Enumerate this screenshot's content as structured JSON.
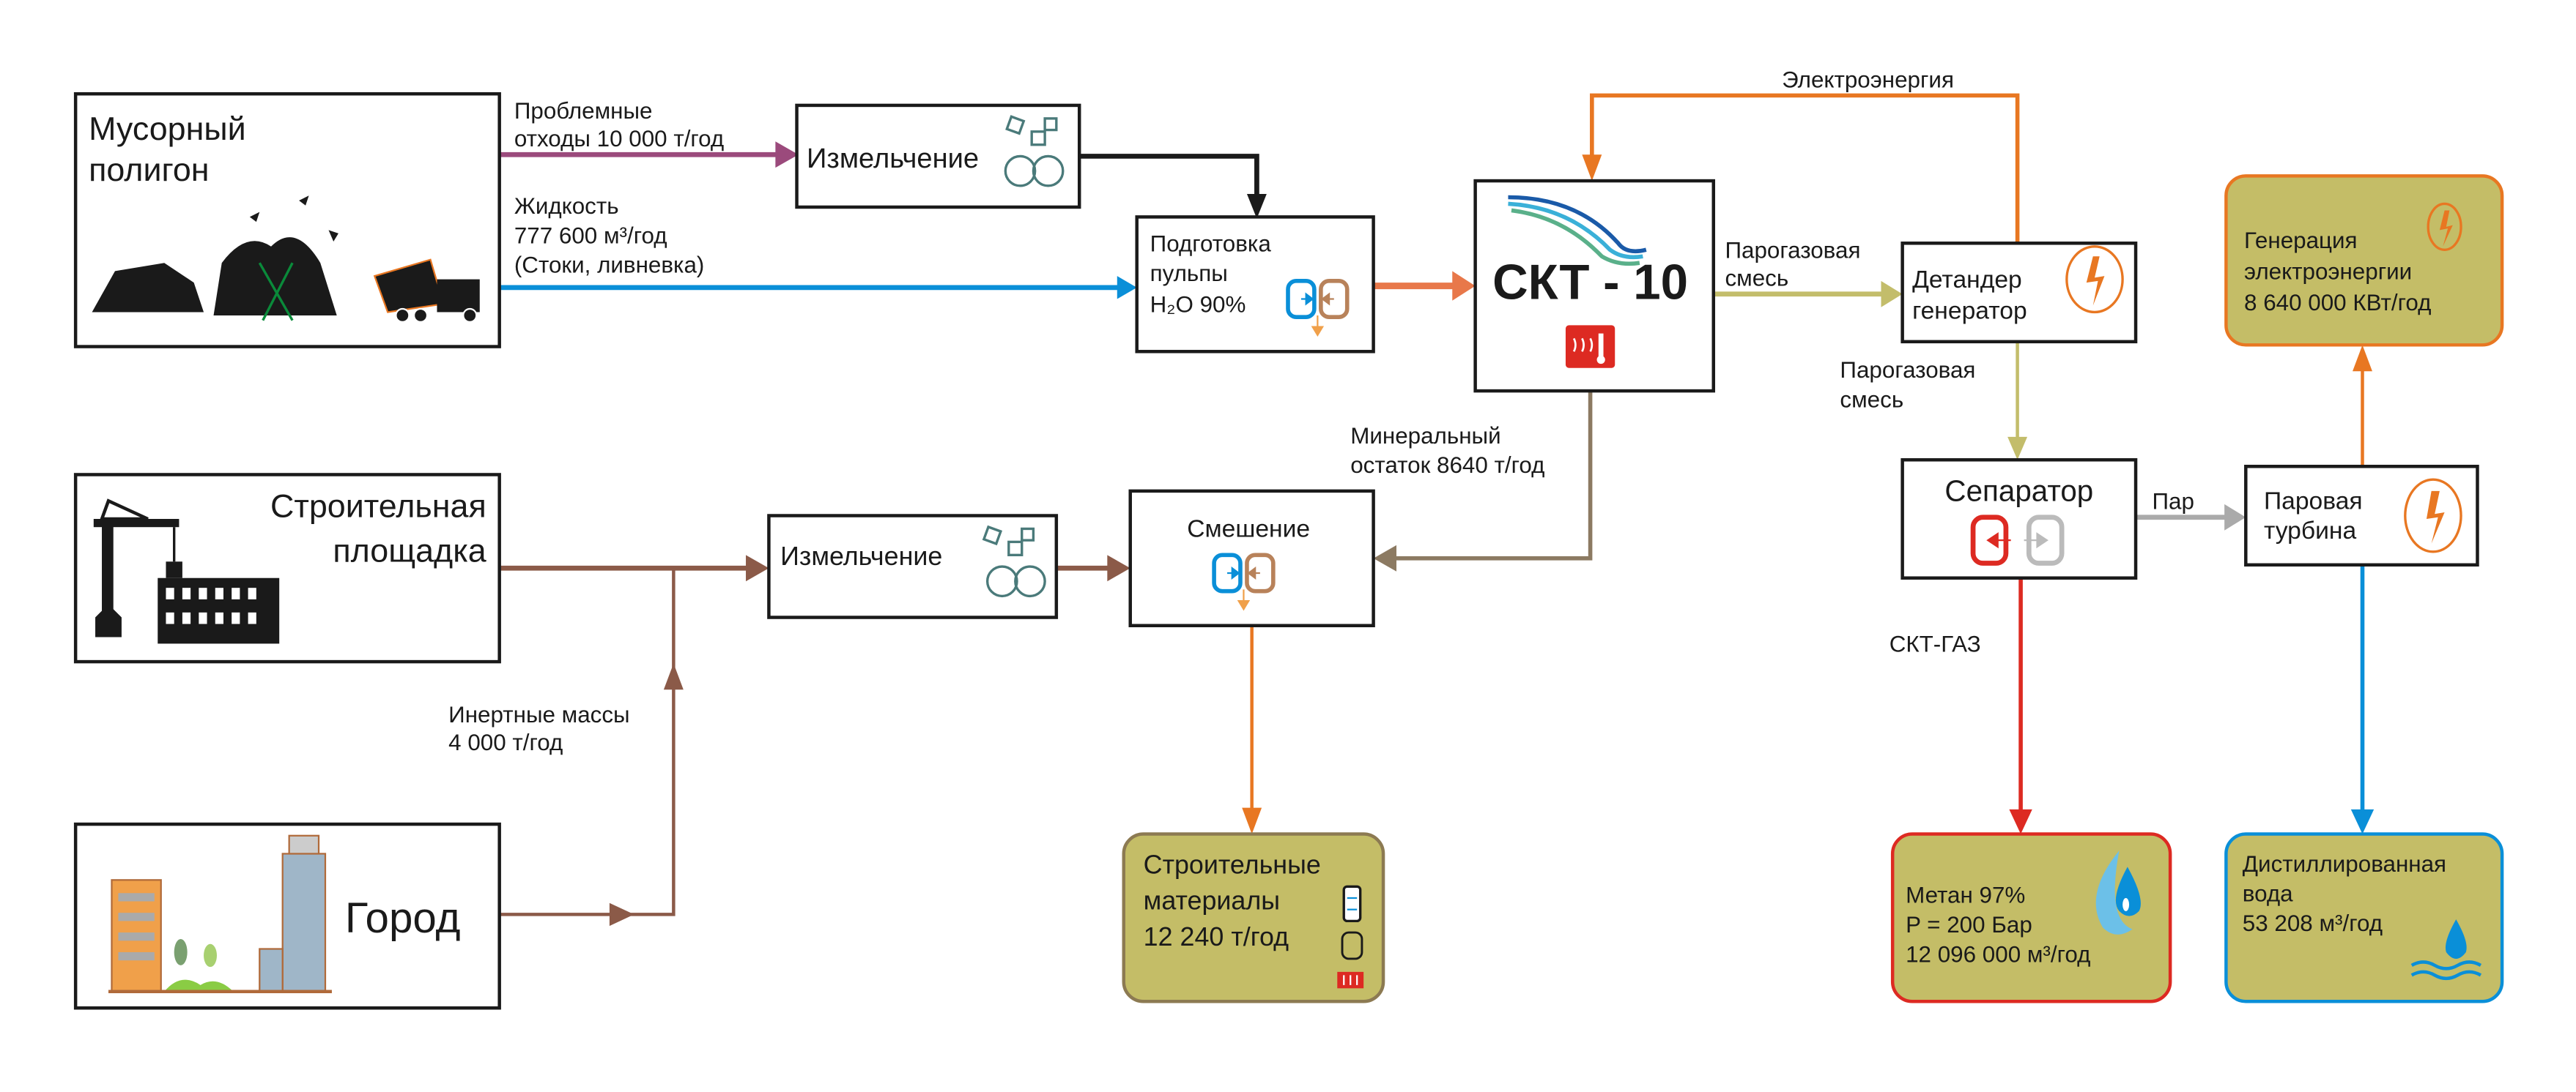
{
  "sources": {
    "landfill": {
      "line1": "Мусорный",
      "line2": "полигон"
    },
    "construction_site": {
      "line1": "Строительная",
      "line2": "площадка"
    },
    "city": {
      "label": "Город"
    }
  },
  "flows": {
    "problem_waste": {
      "line1": "Проблемные",
      "line2": "отходы 10 000  т/год"
    },
    "liquid": {
      "line1": "Жидкость",
      "line2": "777 600 м³/год",
      "line3": "(Стоки, ливневка)"
    },
    "electricity": "Электроэнергия",
    "steam_gas_1": {
      "line1": "Парогазовая",
      "line2": "смесь"
    },
    "steam_gas_2": {
      "line1": "Парогазовая",
      "line2": "смесь"
    },
    "steam": "Пар",
    "skt_gas": "СКТ-ГАЗ",
    "mineral_residue": {
      "line1": "Минеральный",
      "line2": "остаток 8640 т/год"
    },
    "inert_mass": {
      "line1": "Инертные массы",
      "line2": "4 000 т/год"
    }
  },
  "processes": {
    "grinding_1": "Измельчение",
    "grinding_2": "Измельчение",
    "pulp_prep": {
      "line1": "Подготовка",
      "line2": "пульпы",
      "line3": "H₂O 90%"
    },
    "skt10": "СКТ - 10",
    "expander": {
      "line1": "Детандер",
      "line2": "генератор"
    },
    "separator": "Сепаратор",
    "turbine": {
      "line1": "Паровая",
      "line2": "турбина"
    },
    "mixing": "Смешение"
  },
  "products": {
    "power": {
      "line1": "Генерация",
      "line2": "электроэнергии",
      "line3": "8 640 000 КВт/год"
    },
    "methane": {
      "line1": "Метан 97%",
      "line2": "P = 200 Бар",
      "line3": "12 096 000 м³/год"
    },
    "water": {
      "line1": "Дистиллированная",
      "line2": "вода",
      "line3": "53 208 м³/год"
    },
    "building_materials": {
      "line1": "Строительные",
      "line2": "материалы",
      "line3": "12 240 т/год"
    }
  },
  "colors": {
    "waste_flow": "#9b4a7c",
    "water_flow": "#0a8fd8",
    "energy_flow": "#e87722",
    "gas_flow": "#c3bd6b",
    "inert_flow": "#8b5a48",
    "mineral_flow": "#8c7a62",
    "steam_flow": "#aaaaaa",
    "methane_flow": "#dd2a22",
    "product_fill": "#c4bd67"
  }
}
